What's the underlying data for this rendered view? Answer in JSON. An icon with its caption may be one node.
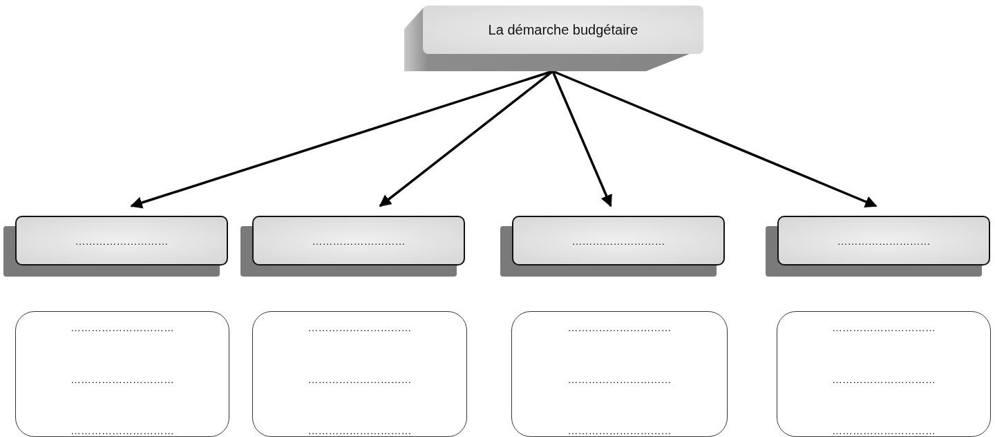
{
  "diagram": {
    "nodes": [
      {
        "text": [
          "La démarche budgétaire"
        ]
      },
      {
        "text": [
          "………………………"
        ]
      },
      {
        "text": [
          "………………………"
        ]
      },
      {
        "text": [
          "………………………"
        ]
      },
      {
        "text": [
          "………………………"
        ]
      },
      {
        "text": [
          "…………………………",
          "…………………………",
          "…………………………"
        ]
      },
      {
        "text": [
          "…………………………",
          "…………………………",
          "…………………………"
        ]
      },
      {
        "text": [
          "…………………………",
          "…………………………",
          "…………………………"
        ]
      },
      {
        "text": [
          "…………………………",
          "…………………………",
          "…………………………"
        ]
      }
    ],
    "edges": [
      {
        "from": 0,
        "to": 1,
        "arrow": "to"
      },
      {
        "from": 0,
        "to": 2,
        "arrow": "to"
      },
      {
        "from": 0,
        "to": 3,
        "arrow": "to"
      },
      {
        "from": 0,
        "to": 4,
        "arrow": "to"
      }
    ]
  }
}
